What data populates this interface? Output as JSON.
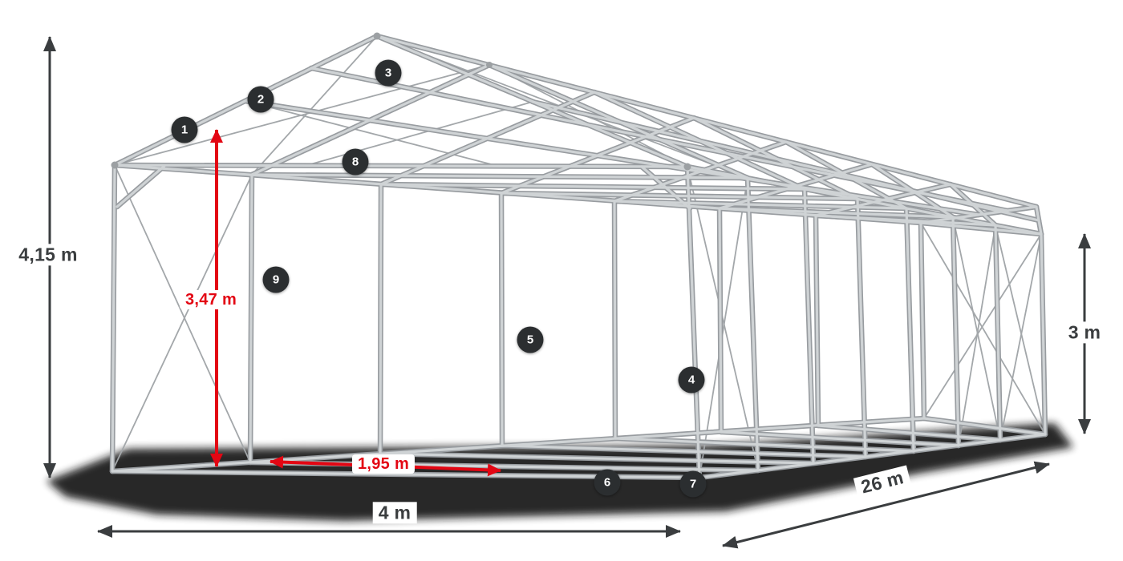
{
  "illustration": {
    "subject": "tent-steel-frame-construction-perspective-wireframe",
    "colors": {
      "background": "#ffffff",
      "frame_tube": "#cfd3d5",
      "frame_tube_outline": "#989ca0",
      "brace_cable": "#a3a7aa",
      "ground_shadow": "#161616",
      "dimension_dark": "#3a3d3f",
      "dimension_red": "#e30613",
      "marker_background": "#2b2e30",
      "marker_text": "#ffffff"
    }
  },
  "dimensions": {
    "total_height": "4,15 m",
    "clear_height": "3,47 m",
    "side_height": "3 m",
    "width": "4 m",
    "length": "26 m",
    "pillar_spacing": "1,95 m"
  },
  "markers": [
    {
      "label": "1"
    },
    {
      "label": "2"
    },
    {
      "label": "3"
    },
    {
      "label": "4"
    },
    {
      "label": "5"
    },
    {
      "label": "6"
    },
    {
      "label": "7"
    },
    {
      "label": "8"
    },
    {
      "label": "9"
    }
  ]
}
